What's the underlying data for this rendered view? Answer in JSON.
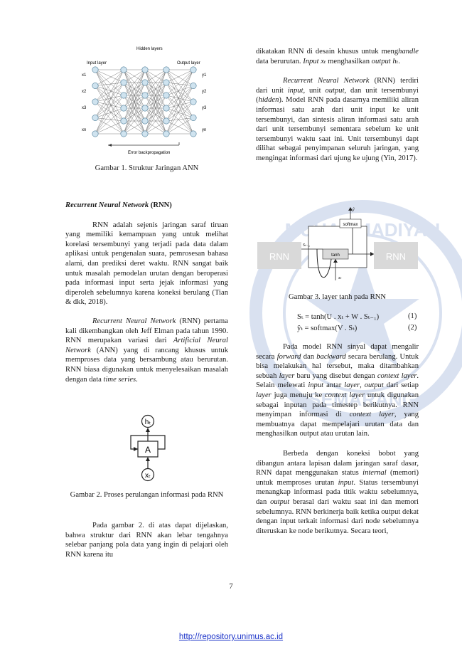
{
  "figure1": {
    "hidden_label": "Hidden layers",
    "input_label": "Input layer",
    "output_label": "Output layer",
    "error_label": "Error backpropagation",
    "x_nodes": [
      "x1",
      "x2",
      "x3",
      "xn"
    ],
    "y_nodes": [
      "y1",
      "y2",
      "y3",
      "yn"
    ],
    "caption": "Gambar 1. Struktur Jaringan ANN"
  },
  "left": {
    "heading_italic": "Recurrent Neural Network",
    "heading_rest": " (RNN)",
    "p1": "RNN adalah sejenis jaringan saraf tiruan yang memiliki kemampuan yang untuk melihat korelasi tersembunyi yang terjadi pada data dalam aplikasi untuk pengenalan suara, pemrosesan bahasa alami, dan prediksi deret waktu. RNN sangat baik untuk masalah pemodelan urutan dengan beroperasi pada informasi input serta jejak informasi yang diperoleh sebelumnya karena koneksi berulang (Tian & dkk, 2018).",
    "p2_a": "Recurrent Neural Network",
    "p2_b": " (RNN) pertama kali dikembangkan oleh Jeff Elman pada tahun 1990. RNN merupakan variasi dari ",
    "p2_c": "Artificial Neural Network",
    "p2_d": " (ANN) yang di rancang khusus untuk memproses data yang bersambung atau berurutan. RNN biasa digunakan untuk menyelesaikan masalah dengan data ",
    "p2_e": "time series",
    "p2_f": ".",
    "caption2": "Gambar 2. Proses perulangan informasi pada RNN",
    "p3": "Pada gambar 2. di atas dapat dijelaskan, bahwa struktur dari RNN akan lebar tengahnya selebar panjang pola data yang ingin di pelajari oleh RNN karena itu"
  },
  "figure2": {
    "top": "hₜ",
    "box": "A",
    "bottom": "xₜ"
  },
  "right": {
    "p1_a": "dikatakan RNN di desain khusus untuk meng",
    "p1_b": "handle",
    "p1_c": " data berurutan. ",
    "p1_d": "Input xₜ",
    "p1_e": " menghasilkan ",
    "p1_f": "output hₜ",
    "p1_g": ".",
    "p2_a": "Recurrent Neural Network",
    "p2_b": " (RNN) terdiri dari unit ",
    "p2_c": "input",
    "p2_d": ", unit ",
    "p2_e": "output",
    "p2_f": ", dan unit tersembunyi (",
    "p2_g": "hidden",
    "p2_h": "). Model RNN pada dasarnya memiliki aliran informasi satu arah dari unit input ke unit tersembunyi, dan sintesis aliran informasi satu arah dari unit tersembunyi sementara sebelum ke unit tersembunyi waktu saat ini. Unit tersembunyi dapt dilihat sebagai penyimpanan seluruh jaringan, yang mengingat informasi dari ujung ke ujung (Yin, 2017).",
    "caption3": "Gambar 3. layer tanh pada RNN",
    "eq1": "Sₜ = tanh(U . xₜ + W . Sₜ₋₁)",
    "eq1_num": "(1)",
    "eq2": "ŷₜ = softmax(V . Sₜ)",
    "eq2_num": "(2)",
    "p3_a": "Pada model RNN sinyal dapat mengalir secara ",
    "p3_b": "forward",
    "p3_c": " dan ",
    "p3_d": "backward",
    "p3_e": " secara berulang. Untuk bisa melakukan hal tersebut, maka ditambahkan sebuah ",
    "p3_f": "layer",
    "p3_g": " baru yang disebut dengan ",
    "p3_h": "context layer",
    "p3_i": ". Selain melewati ",
    "p3_j": "input",
    "p3_k": " antar ",
    "p3_l": "layer",
    "p3_m": ", ",
    "p3_n": "output",
    "p3_o": " dari setiap ",
    "p3_p": "layer",
    "p3_q": " juga menuju ke ",
    "p3_r": "context layer",
    "p3_s": " untuk digunakan sebagai inputan pada timestep berikutnya. RNN menyimpan informasi di ",
    "p3_t": "context layer",
    "p3_u": ", yang membuatnya dapat mempelajari urutan data dan menghasilkan output atau urutan lain.",
    "p4_a": "Berbeda dengan koneksi bobot yang dibangun antara lapisan dalam jaringan saraf dasar, RNN dapat menggunakan status ",
    "p4_b": "internal",
    "p4_c": " (memori) untuk memproses urutan ",
    "p4_d": "input",
    "p4_e": ". Status tersembunyi menangkap informasi pada titik waktu sebelumnya, dan ",
    "p4_f": "output",
    "p4_g": " berasal dari waktu saat ini dan memori sebelumnya. RNN berkinerja baik ketika output dekat dengan input terkait informasi dari node sebelumnya diteruskan ke node berikutnya. Secara teori,"
  },
  "figure3": {
    "left_box": "RNN",
    "right_box": "RNN",
    "softmax": "softmax",
    "tanh": "tanh",
    "s_in": "Sₜ₋₁",
    "y_out": "ŷ",
    "x_in": "xₜ"
  },
  "watermark": {
    "text_top": "MUHAMMADIYAH",
    "text_bottom": "SEMARANG"
  },
  "page_number": "7",
  "footer_link": "http://repository.unimus.ac.id",
  "colors": {
    "link": "#1a32c8",
    "watermark": "#1a4aa8",
    "node": "#cfe3ef"
  }
}
